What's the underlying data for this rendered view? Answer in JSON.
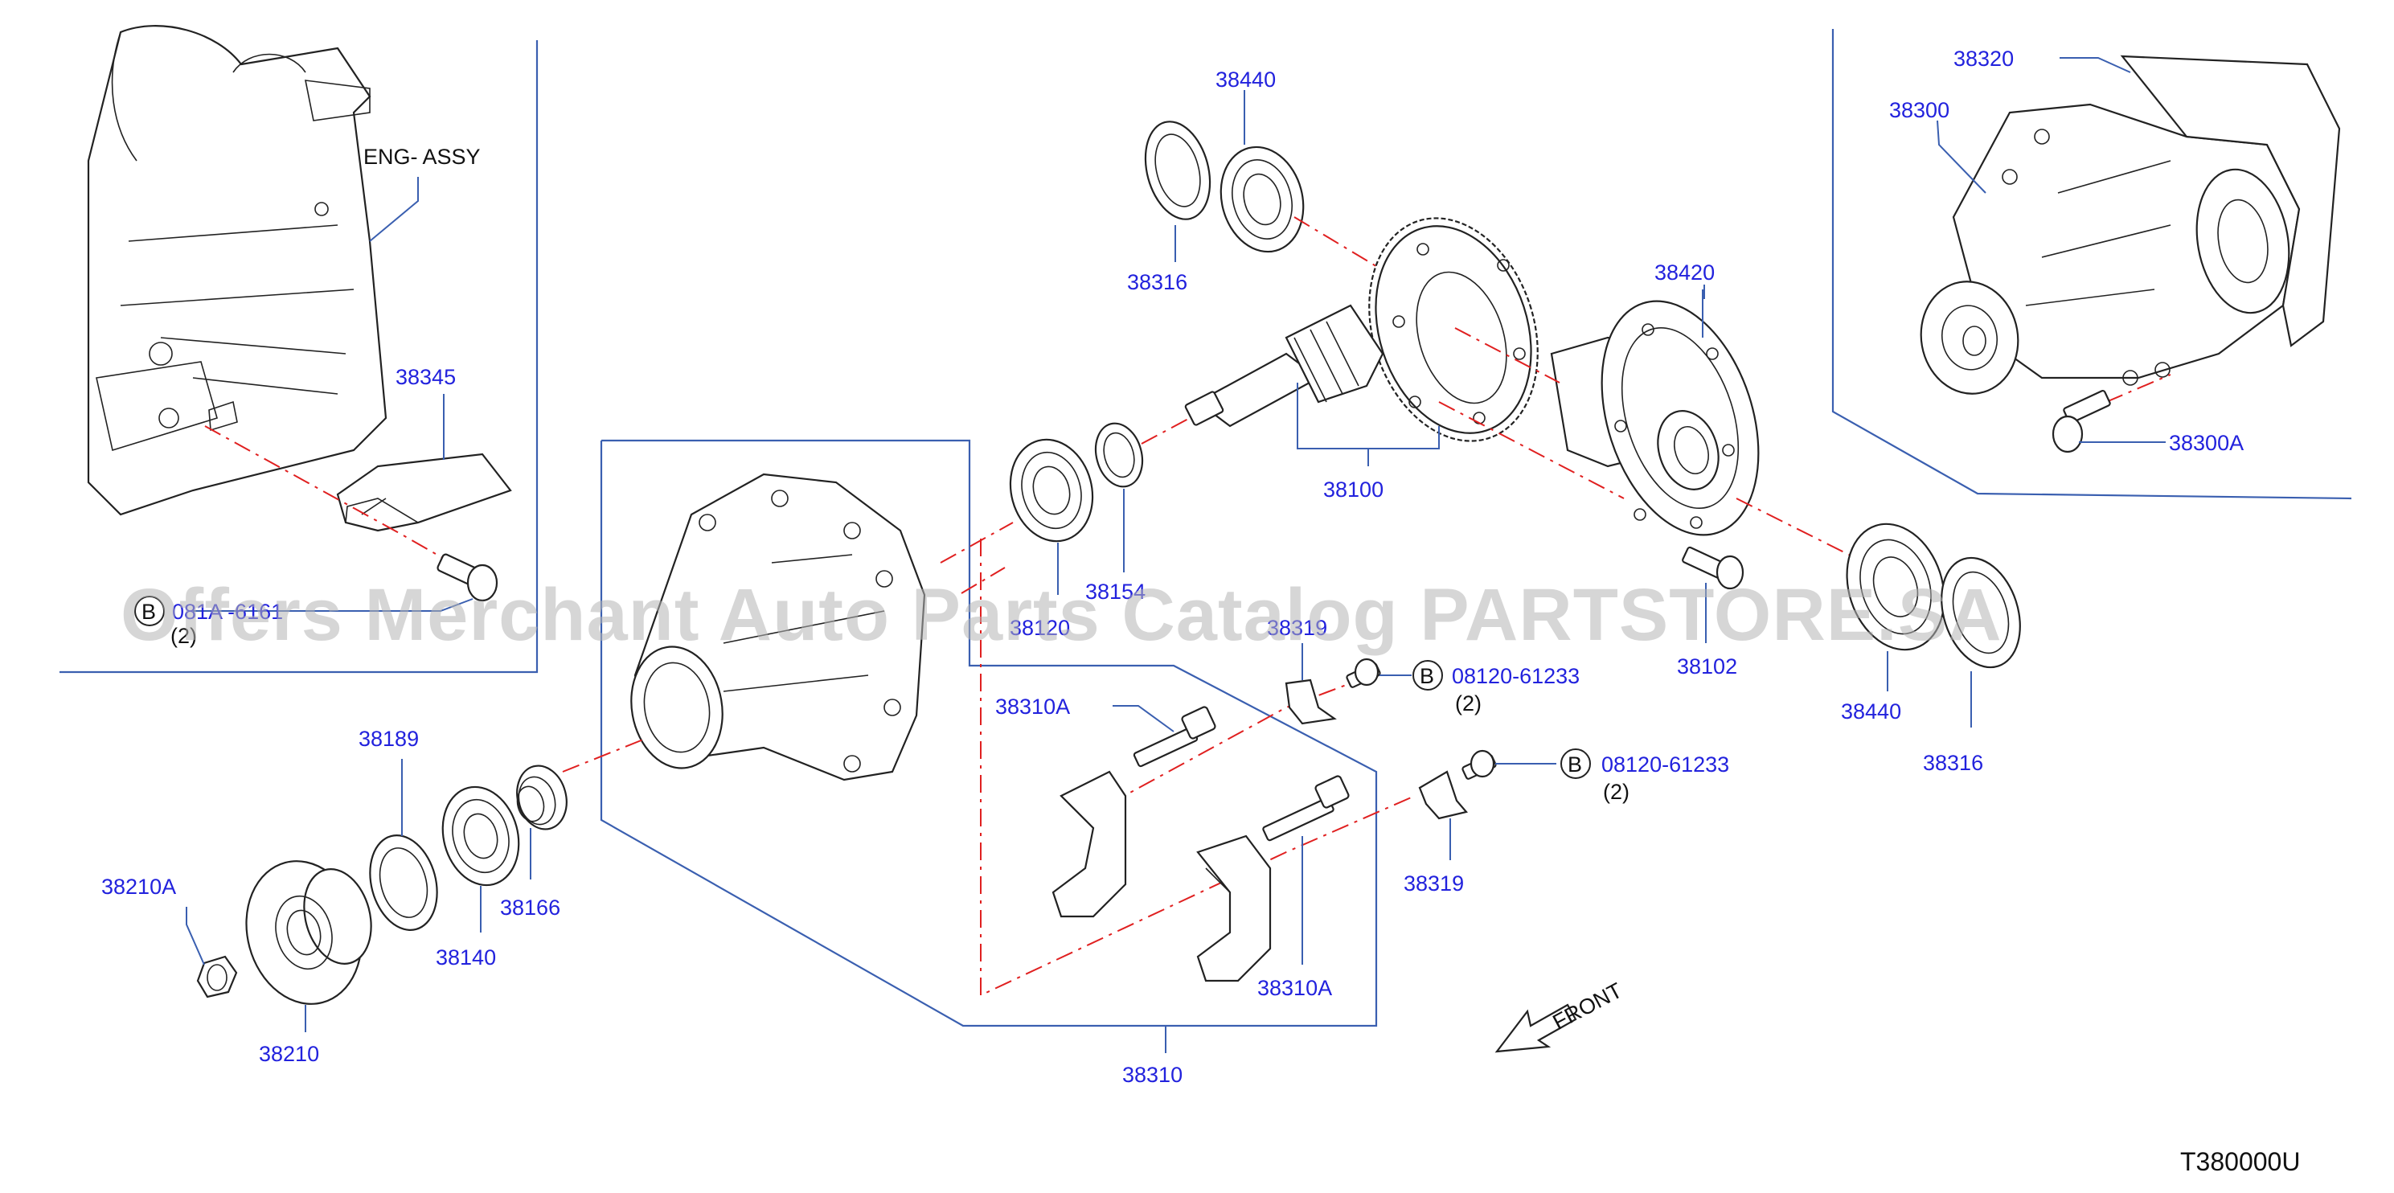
{
  "engine_label": "ENG-    ASSY",
  "labels": {
    "p38440_top": "38440",
    "p38316_top": "38316",
    "p38420": "38420",
    "p38320": "38320",
    "p38300": "38300",
    "p38300A": "38300A",
    "p38345": "38345",
    "p38100": "38100",
    "p38154": "38154",
    "p38120": "38120",
    "p38319_top": "38319",
    "p38310A_top": "38310A",
    "p38102": "38102",
    "p38440_right": "38440",
    "p38316_right": "38316",
    "p38189": "38189",
    "p38210A": "38210A",
    "p38166": "38166",
    "p38140": "38140",
    "p38210": "38210",
    "p38310A_bottom": "38310A",
    "p38319_bottom": "38319",
    "p38310": "38310"
  },
  "bolts": {
    "b1_code": "08120-61233",
    "b1_qty": "(2)",
    "b2_code": "08120-61233",
    "b2_qty": "(2)",
    "b3_code": "081A -6161",
    "b3_qty": "(2)",
    "marker": "B"
  },
  "front_label": "FRONT",
  "diagram_code": "T380000U",
  "watermark": "Offers Merchant Auto Parts Catalog PARTSTORE.SA",
  "colors": {
    "label_blue": "#2222dd",
    "leader_blue": "#3a5fb0",
    "dash_red": "#e02020",
    "watermark_gray": "#b4b4b4"
  }
}
